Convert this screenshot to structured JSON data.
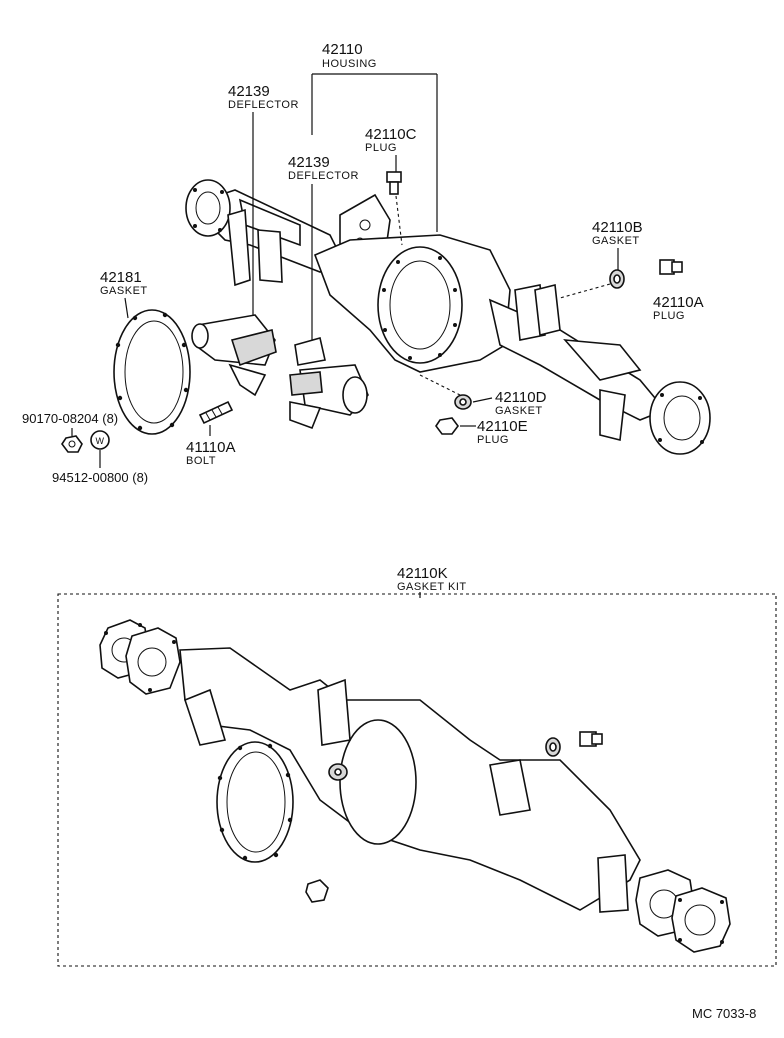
{
  "callouts": {
    "housing": {
      "number": "42110",
      "name": "HOUSING"
    },
    "deflector_1": {
      "number": "42139",
      "name": "DEFLECTOR"
    },
    "deflector_2": {
      "number": "42139",
      "name": "DEFLECTOR"
    },
    "plug_c": {
      "number": "42110C",
      "name": "PLUG"
    },
    "gasket_b": {
      "number": "42110B",
      "name": "GASKET"
    },
    "plug_a": {
      "number": "42110A",
      "name": "PLUG"
    },
    "gasket_cover": {
      "number": "42181",
      "name": "GASKET"
    },
    "nut": {
      "number": "90170-08204 (8)"
    },
    "washer": {
      "number": "94512-00800 (8)",
      "symbol": "W"
    },
    "bolt": {
      "number": "41110A",
      "name": "BOLT"
    },
    "gasket_d": {
      "number": "42110D",
      "name": "GASKET"
    },
    "plug_e": {
      "number": "42110E",
      "name": "PLUG"
    },
    "gasket_kit": {
      "number": "42110K",
      "name": "GASKET KIT"
    }
  },
  "diagram_code": "MC 7033-8"
}
